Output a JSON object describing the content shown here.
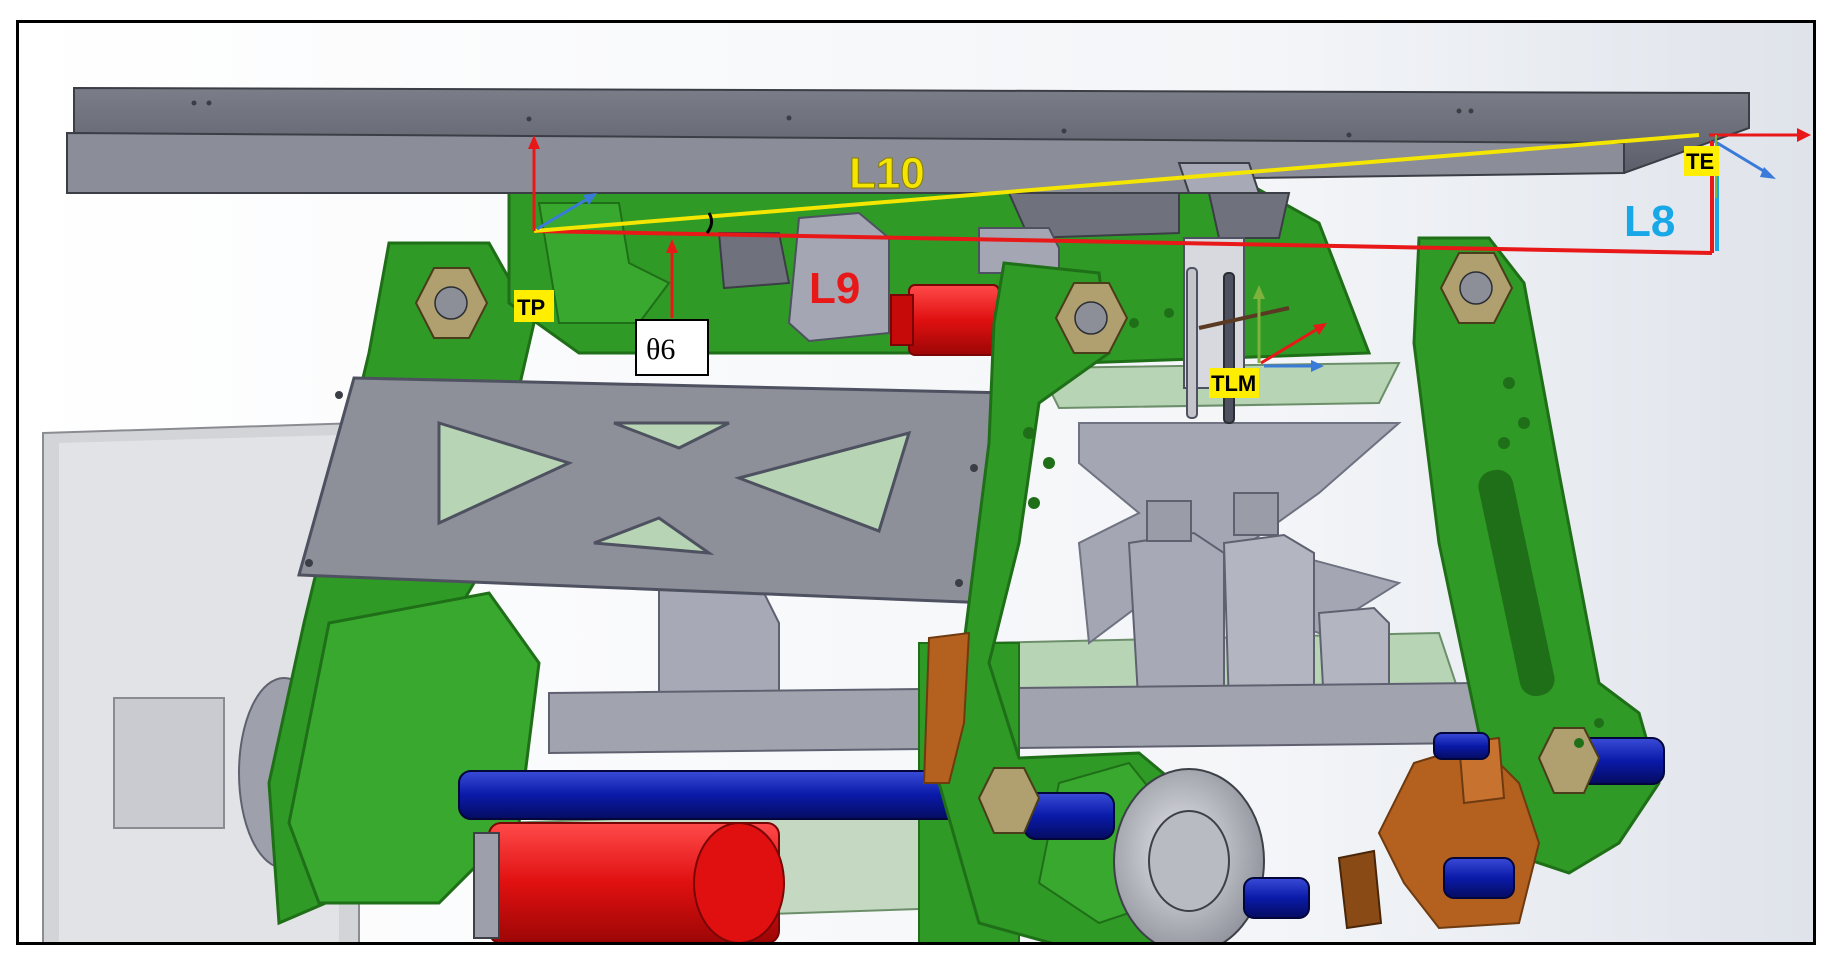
{
  "labels": {
    "l10": "L10",
    "l9": "L9",
    "l8": "L8",
    "tp": "TP",
    "te": "TE",
    "tlm": "TLM",
    "theta": "θ6"
  },
  "colors": {
    "frame_green": "#2f9a26",
    "frame_green_dark": "#1f6f18",
    "plate_gray": "#8d8f99",
    "plate_dark": "#5f6170",
    "motor_red": "#e01010",
    "rod_blue": "#0a1aa8",
    "bracket_brown": "#b4601e",
    "panel_light": "#b7d5b5",
    "l10_yellow": "#f4e600",
    "l9_red": "#e81818",
    "l8_cyan": "#18a8e8",
    "axis_blue": "#3a7ad8",
    "tag_yellow": "#ffee00"
  },
  "icons": {
    "axis": "coordinate-frame-icon",
    "angle": "angle-arc-icon"
  }
}
